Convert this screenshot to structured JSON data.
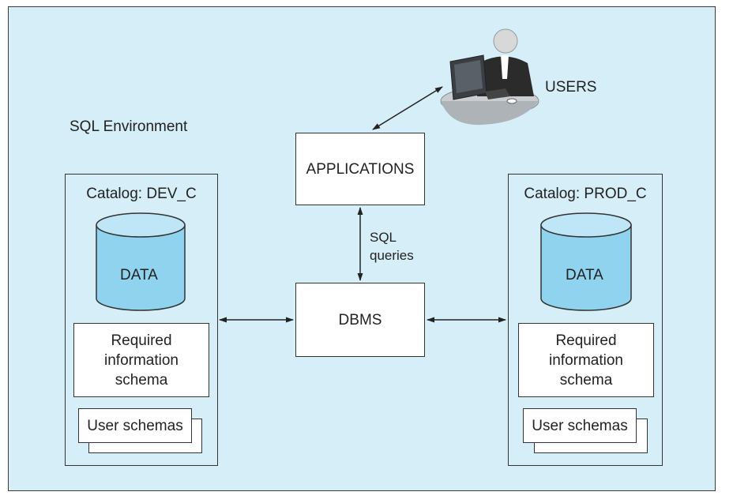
{
  "environment_label": "SQL Environment",
  "users_label": "USERS",
  "applications_label": "APPLICATIONS",
  "dbms_label": "DBMS",
  "sql_queries_label": [
    "SQL",
    "queries"
  ],
  "catalogs": [
    {
      "title": "Catalog: DEV_C",
      "data_label": "DATA",
      "info_schema_lines": [
        "Required",
        "information",
        "schema"
      ],
      "user_schemas_label": "User schemas"
    },
    {
      "title": "Catalog: PROD_C",
      "data_label": "DATA",
      "info_schema_lines": [
        "Required",
        "information",
        "schema"
      ],
      "user_schemas_label": "User schemas"
    }
  ],
  "colors": {
    "background": "#d5eef8",
    "cylinder_fill": "#8fd3ee",
    "cylinder_top": "#bfe6f6",
    "box_fill": "#ffffff",
    "stroke": "#333333"
  }
}
